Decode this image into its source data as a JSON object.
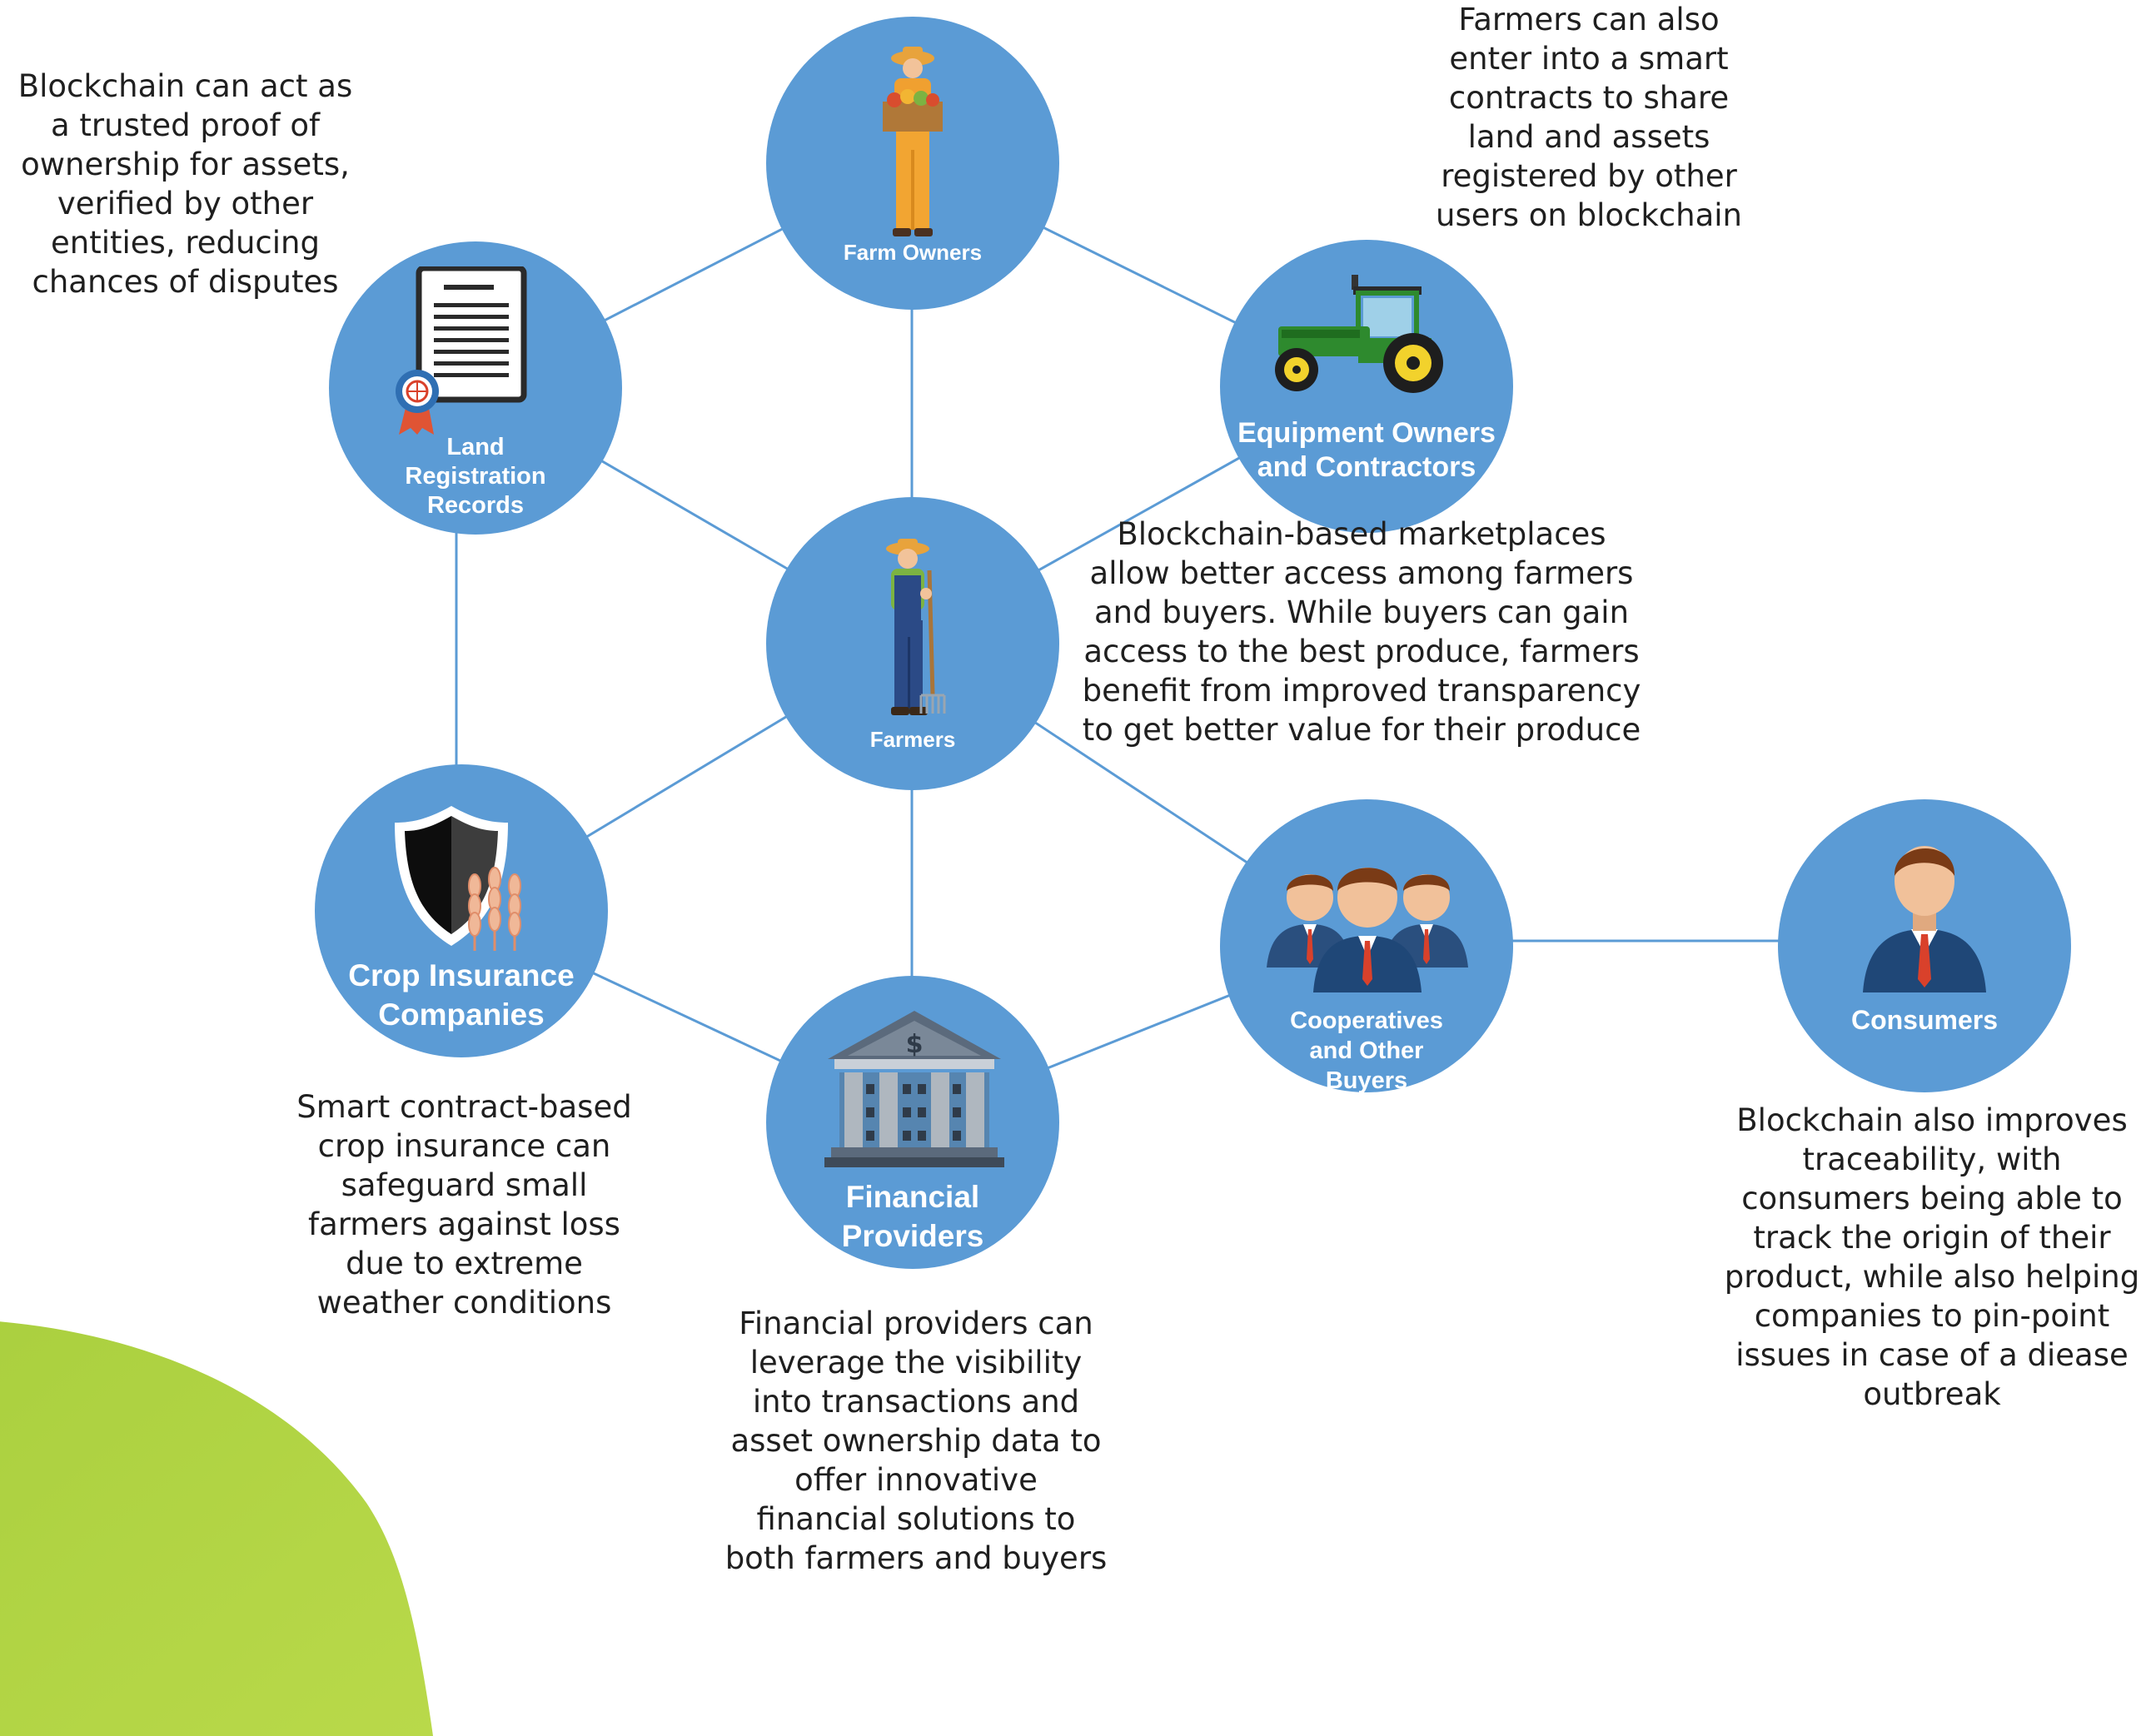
{
  "diagram": {
    "nodes": {
      "farm_owners": "Farm Owners",
      "land_records": "Land\nRegistration\nRecords",
      "equipment": "Equipment Owners\nand Contractors",
      "farmers": "Farmers",
      "crop_insurance": "Crop Insurance\nCompanies",
      "financial": "Financial\nProviders",
      "cooperatives": "Cooperatives\nand Other\nBuyers",
      "consumers": "Consumers"
    },
    "captions": {
      "ownership": "Blockchain can act as\na trusted proof of\nownership for assets,\nverified by other\nentities, reducing\nchances of disputes",
      "smart_contracts": "Farmers can also\nenter into a smart\ncontracts to share\nland and assets\nregistered by other\nusers on blockchain",
      "marketplaces": "Blockchain-based marketplaces\nallow better access among farmers\nand buyers. While buyers can gain\naccess to the best produce, farmers\nbenefit from improved transparency\nto get better value for their produce",
      "insurance": "Smart contract-based\ncrop insurance can\nsafeguard small\nfarmers against loss\ndue to extreme\nweather conditions",
      "financial": "Financial providers can\nleverage the visibility\ninto transactions and\nasset ownership data to\noffer  innovative\nfinancial solutions to\nboth farmers and buyers",
      "traceability": "Blockchain also improves\ntraceability, with\nconsumers being able to\ntrack the origin of their\nproduct, while also helping\ncompanies to pin-point\nissues in case of a diease\noutbreak"
    },
    "icons": {
      "farm_owners": "farmer-with-produce-crate-icon",
      "land_records": "certificate-document-icon",
      "equipment": "green-tractor-icon",
      "farmers": "farmer-with-pitchfork-icon",
      "crop_insurance": "shield-with-wheat-icon",
      "financial": "bank-building-icon",
      "cooperatives": "group-of-businessmen-icon",
      "consumers": "businessman-icon",
      "certificate_badge": "globe-seal-icon"
    },
    "colors": {
      "node_fill": "#5b9bd5",
      "link_stroke": "#5b9bd5",
      "blob": "#9dc93f",
      "label_text": "#ffffff",
      "caption_text": "#1f1f1f"
    }
  }
}
